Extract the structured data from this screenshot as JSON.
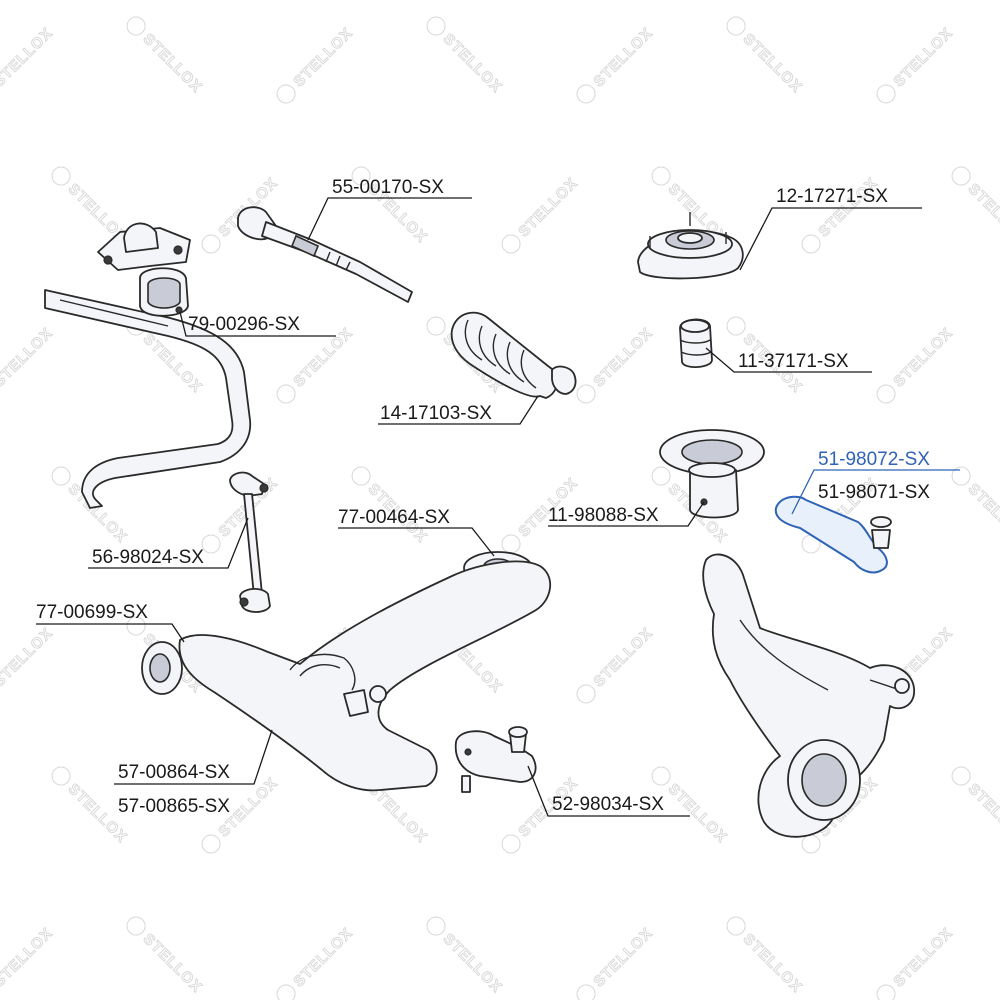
{
  "watermark": {
    "text": "STELLOX"
  },
  "colors": {
    "highlight": "#2f63b6",
    "ink": "#1a1a1a"
  },
  "labels": {
    "p55_00170": "55-00170-SX",
    "p12_17271": "12-17271-SX",
    "p79_00296": "79-00296-SX",
    "p11_37171": "11-37171-SX",
    "p14_17103": "14-17103-SX",
    "p51_98072": "51-98072-SX",
    "p51_98071": "51-98071-SX",
    "p11_98088": "11-98088-SX",
    "p77_00464": "77-00464-SX",
    "p56_98024": "56-98024-SX",
    "p77_00699": "77-00699-SX",
    "p57_00864": "57-00864-SX",
    "p57_00865": "57-00865-SX",
    "p52_98034": "52-98034-SX"
  }
}
